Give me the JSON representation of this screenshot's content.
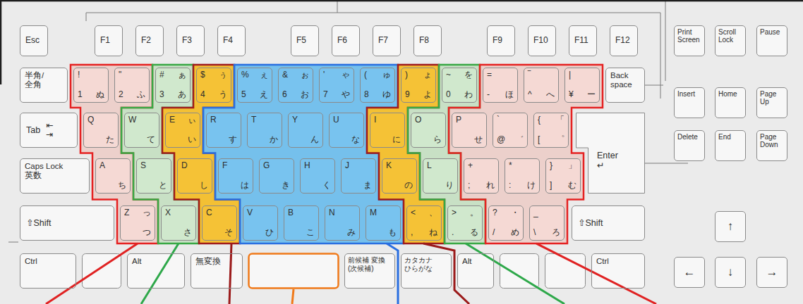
{
  "diagram": {
    "nodes": [
      {
        "text": [
          "Esc"
        ]
      },
      {
        "text": [
          "F1"
        ]
      },
      {
        "text": [
          "F2"
        ]
      },
      {
        "text": [
          "F3"
        ]
      },
      {
        "text": [
          "F4"
        ]
      },
      {
        "text": [
          "F5"
        ]
      },
      {
        "text": [
          "F6"
        ]
      },
      {
        "text": [
          "F7"
        ]
      },
      {
        "text": [
          "F8"
        ]
      },
      {
        "text": [
          "F9"
        ]
      },
      {
        "text": [
          "F10"
        ]
      },
      {
        "text": [
          "F11"
        ]
      },
      {
        "text": [
          "F12"
        ]
      },
      {
        "text": [
          "Print Screen"
        ]
      },
      {
        "text": [
          "Scroll Lock"
        ]
      },
      {
        "text": [
          "Pause"
        ]
      },
      {
        "text": [
          "半角/全角"
        ]
      },
      {
        "text": [
          "!",
          "1",
          "ぬ"
        ]
      },
      {
        "text": [
          "\"",
          "2",
          "ふ"
        ]
      },
      {
        "text": [
          "#",
          "3",
          "あ",
          "ぁ"
        ]
      },
      {
        "text": [
          "$",
          "4",
          "う",
          "ぅ"
        ]
      },
      {
        "text": [
          "%",
          "5",
          "え",
          "ぇ"
        ]
      },
      {
        "text": [
          "&",
          "6",
          "お",
          "ぉ"
        ]
      },
      {
        "text": [
          "'",
          "7",
          "や",
          "ゃ"
        ]
      },
      {
        "text": [
          "(",
          "8",
          "ゆ",
          "ゅ"
        ]
      },
      {
        "text": [
          ")",
          "9",
          "よ",
          "ょ"
        ]
      },
      {
        "text": [
          "~",
          "0",
          "わ",
          "を"
        ]
      },
      {
        "text": [
          "=",
          "-",
          "ほ"
        ]
      },
      {
        "text": [
          "‾",
          "^",
          "へ"
        ]
      },
      {
        "text": [
          "|",
          "¥",
          "ー"
        ]
      },
      {
        "text": [
          "Back space"
        ]
      },
      {
        "text": [
          "Insert"
        ]
      },
      {
        "text": [
          "Home"
        ]
      },
      {
        "text": [
          "Page Up"
        ]
      },
      {
        "text": [
          "Tab",
          "⇤",
          "⇥"
        ]
      },
      {
        "text": [
          "Q",
          "た"
        ]
      },
      {
        "text": [
          "W",
          "て"
        ]
      },
      {
        "text": [
          "E",
          "い",
          "ぃ"
        ]
      },
      {
        "text": [
          "R",
          "す"
        ]
      },
      {
        "text": [
          "T",
          "か"
        ]
      },
      {
        "text": [
          "Y",
          "ん"
        ]
      },
      {
        "text": [
          "U",
          "な"
        ]
      },
      {
        "text": [
          "I",
          "に"
        ]
      },
      {
        "text": [
          "O",
          "ら"
        ]
      },
      {
        "text": [
          "P",
          "せ"
        ]
      },
      {
        "text": [
          "`",
          "@",
          "゛"
        ]
      },
      {
        "text": [
          "{",
          "[",
          "゜",
          "「"
        ]
      },
      {
        "text": [
          "Enter",
          "↵"
        ]
      },
      {
        "text": [
          "Delete"
        ]
      },
      {
        "text": [
          "End"
        ]
      },
      {
        "text": [
          "Page Down"
        ]
      },
      {
        "text": [
          "Caps Lock",
          "英数"
        ]
      },
      {
        "text": [
          "A",
          "ち"
        ]
      },
      {
        "text": [
          "S",
          "と"
        ]
      },
      {
        "text": [
          "D",
          "し"
        ]
      },
      {
        "text": [
          "F",
          "は"
        ]
      },
      {
        "text": [
          "G",
          "き"
        ]
      },
      {
        "text": [
          "H",
          "く"
        ]
      },
      {
        "text": [
          "J",
          "ま"
        ]
      },
      {
        "text": [
          "K",
          "の"
        ]
      },
      {
        "text": [
          "L",
          "り"
        ]
      },
      {
        "text": [
          "+",
          ";",
          "れ"
        ]
      },
      {
        "text": [
          "*",
          ":",
          "け"
        ]
      },
      {
        "text": [
          "}",
          "]",
          "む",
          "」"
        ]
      },
      {
        "text": [
          "⇧Shift"
        ]
      },
      {
        "text": [
          "Z",
          "つ",
          "っ"
        ]
      },
      {
        "text": [
          "X",
          "さ"
        ]
      },
      {
        "text": [
          "C",
          "そ"
        ]
      },
      {
        "text": [
          "V",
          "ひ"
        ]
      },
      {
        "text": [
          "B",
          "こ"
        ]
      },
      {
        "text": [
          "N",
          "み"
        ]
      },
      {
        "text": [
          "M",
          "も"
        ]
      },
      {
        "text": [
          "<",
          ",",
          "ね",
          "、"
        ]
      },
      {
        "text": [
          ">",
          ".",
          "る",
          "。"
        ]
      },
      {
        "text": [
          "?",
          "/",
          "め",
          "・"
        ]
      },
      {
        "text": [
          "_",
          "\\",
          "ろ"
        ]
      },
      {
        "text": [
          "⇧Shift"
        ]
      },
      {
        "text": [
          "↑"
        ]
      },
      {
        "text": [
          "Ctrl"
        ]
      },
      {
        "text": [
          "Alt"
        ]
      },
      {
        "text": [
          "無変換"
        ]
      },
      {
        "text": [
          "前候補 変換(次候補)"
        ]
      },
      {
        "text": [
          "カタカナ ひらがな"
        ]
      },
      {
        "text": [
          "Alt"
        ]
      },
      {
        "text": [
          "Ctrl"
        ]
      },
      {
        "text": [
          "←"
        ]
      },
      {
        "text": [
          "↓"
        ]
      },
      {
        "text": [
          "→"
        ]
      }
    ]
  }
}
